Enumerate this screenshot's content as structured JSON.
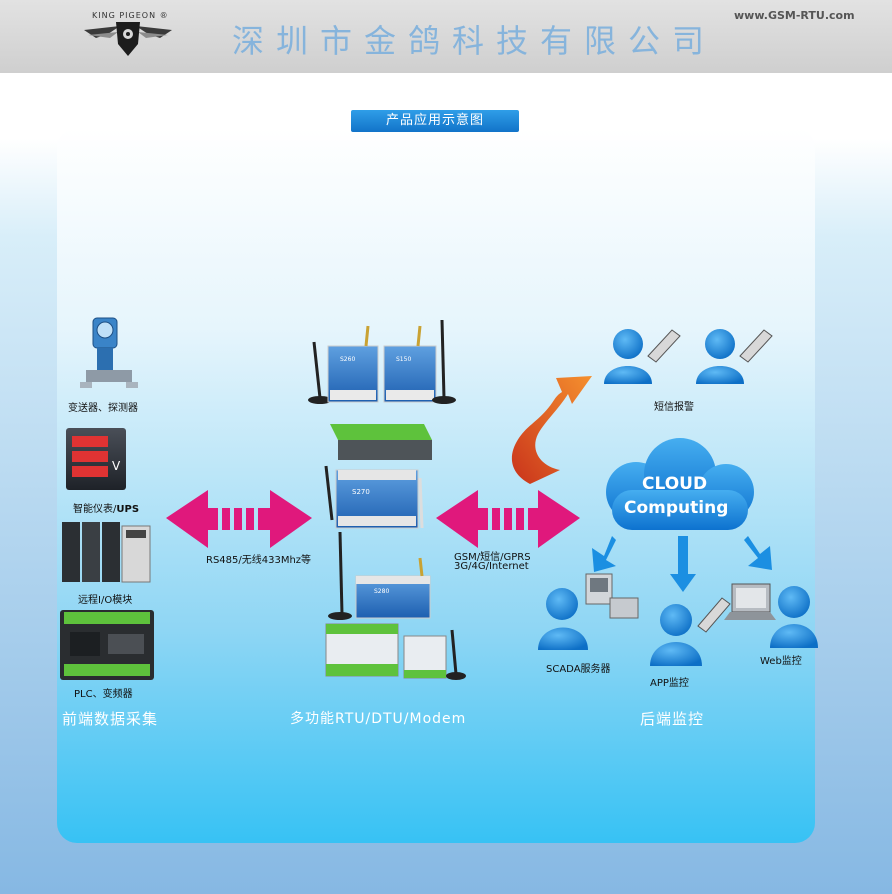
{
  "header": {
    "brand": "KING PIGEON",
    "brand_mark": "®",
    "company": "深圳市金鸽科技有限公司",
    "url": "www.GSM-RTU.com"
  },
  "title": "产品应用示意图",
  "left": {
    "devices": [
      {
        "label": "变送器、探测器",
        "icon": "pressure-transmitter"
      },
      {
        "label": "智能仪表/",
        "label_bold": "UPS",
        "icon": "smart-meter"
      },
      {
        "label": "远程I/O模块",
        "icon": "io-module"
      },
      {
        "label": "PLC、变频器",
        "icon": "plc"
      }
    ],
    "section": "前端数据采集"
  },
  "middle": {
    "link_left": "RS485/无线433Mhz等",
    "link_right_1": "GSM/短信/GPRS",
    "link_right_2": "3G/4G/Internet",
    "section": "多功能RTU/DTU/Modem",
    "device_codes": [
      "S260",
      "S150",
      "S270",
      "S280"
    ]
  },
  "right": {
    "sms": "短信报警",
    "cloud_1": "CLOUD",
    "cloud_2": "Computing",
    "scada": "SCADA服务器",
    "app": "APP监控",
    "web": "Web监控",
    "section": "后端监控"
  },
  "colors": {
    "accent_blue": "#1a7fd6",
    "arrow_pink": "#e0187c",
    "cloud_blue": "#1b8fe2",
    "person_blue": "#1f8fe6"
  }
}
